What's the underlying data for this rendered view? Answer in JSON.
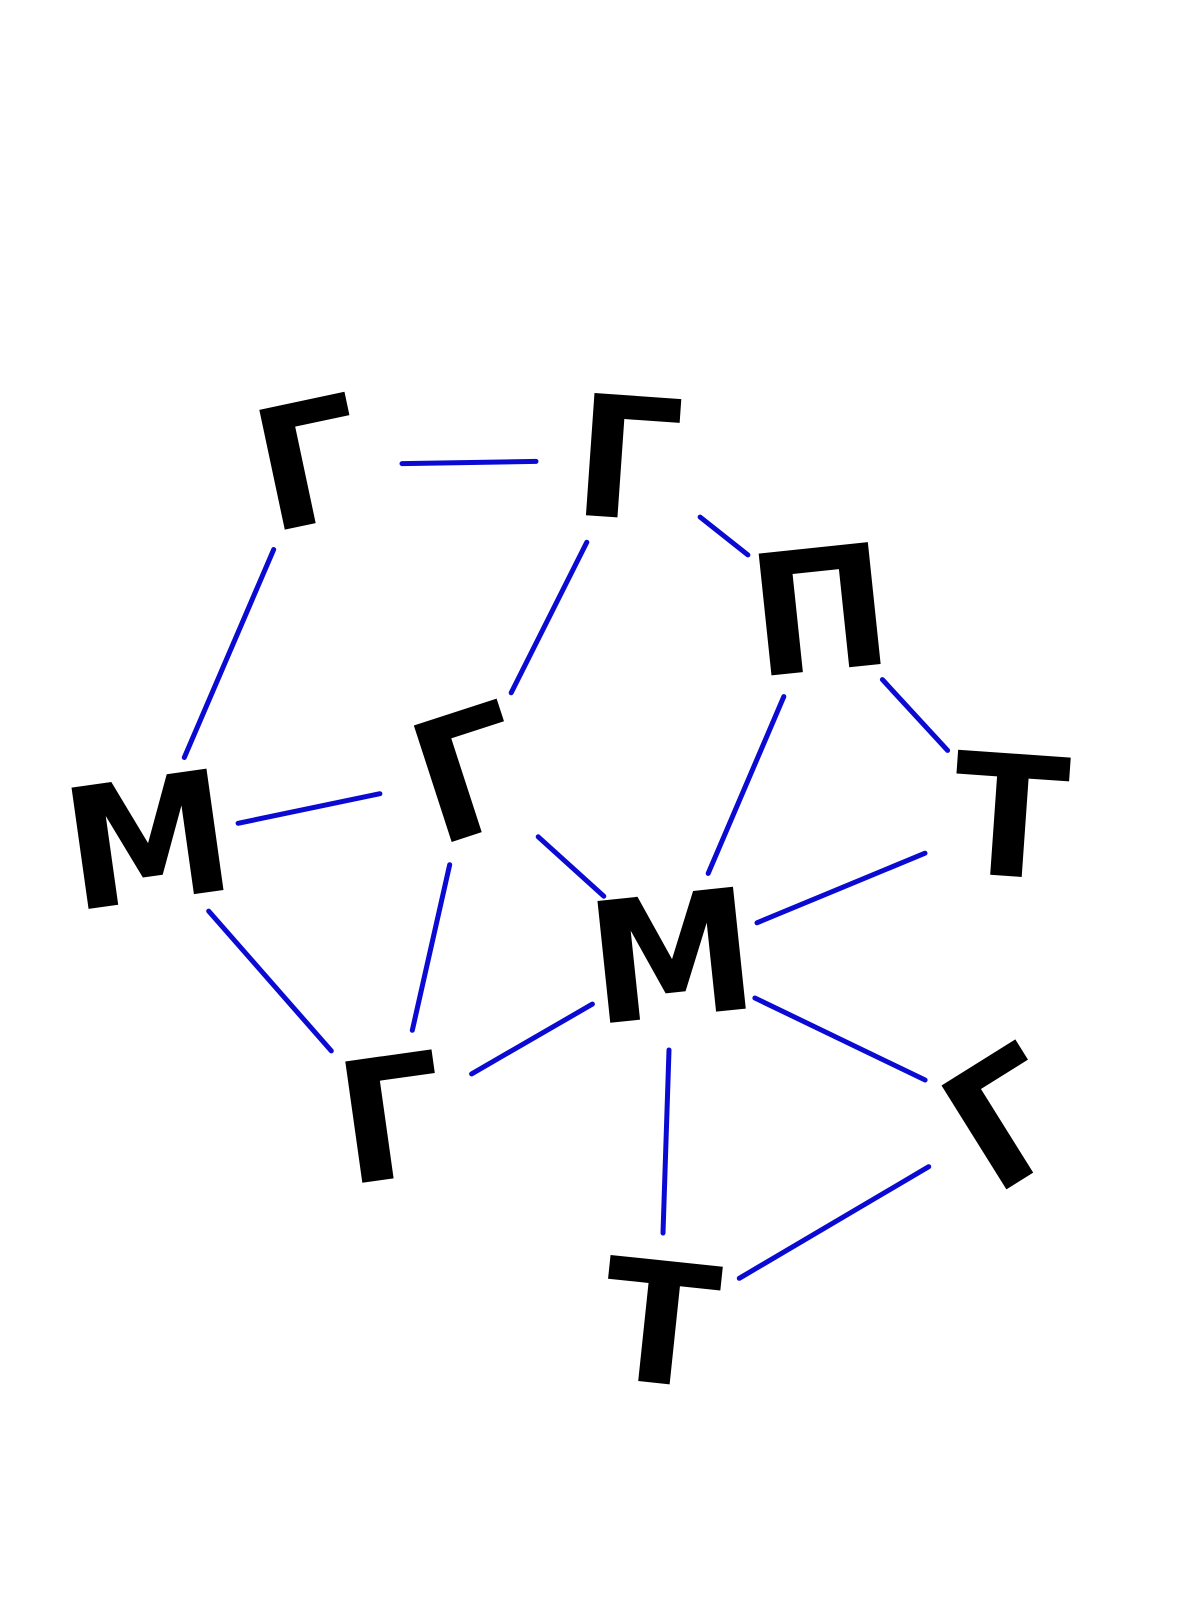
{
  "diagram": {
    "node_color": "#000000",
    "edge_color": "#0a0ad2",
    "nodes": [
      {
        "id": "n1",
        "label": "Γ",
        "rotation": -12
      },
      {
        "id": "n2",
        "label": "Γ",
        "rotation": 4
      },
      {
        "id": "n3",
        "label": "Π",
        "rotation": -6
      },
      {
        "id": "n4",
        "label": "M",
        "rotation": -8
      },
      {
        "id": "n5",
        "label": "Γ",
        "rotation": -18
      },
      {
        "id": "n6",
        "label": "T",
        "rotation": 4
      },
      {
        "id": "n7",
        "label": "M",
        "rotation": -6
      },
      {
        "id": "n8",
        "label": "Γ",
        "rotation": -8
      },
      {
        "id": "n9",
        "label": "Γ",
        "rotation": -32
      },
      {
        "id": "n10",
        "label": "T",
        "rotation": 6
      }
    ],
    "edges": [
      {
        "from": "n1",
        "to": "n2"
      },
      {
        "from": "n1",
        "to": "n4"
      },
      {
        "from": "n2",
        "to": "n5"
      },
      {
        "from": "n2",
        "to": "n3"
      },
      {
        "from": "n4",
        "to": "n5"
      },
      {
        "from": "n4",
        "to": "n8"
      },
      {
        "from": "n5",
        "to": "n8"
      },
      {
        "from": "n5",
        "to": "n7"
      },
      {
        "from": "n3",
        "to": "n7"
      },
      {
        "from": "n3",
        "to": "n6"
      },
      {
        "from": "n6",
        "to": "n7"
      },
      {
        "from": "n8",
        "to": "n7"
      },
      {
        "from": "n7",
        "to": "n9"
      },
      {
        "from": "n7",
        "to": "n10"
      },
      {
        "from": "n9",
        "to": "n10"
      }
    ]
  }
}
